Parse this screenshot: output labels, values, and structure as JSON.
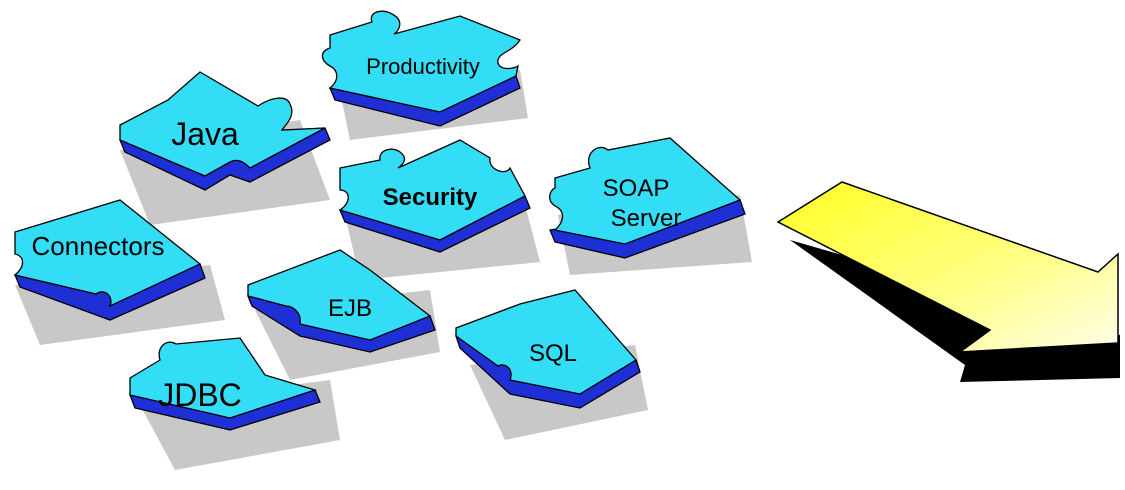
{
  "colors": {
    "piece_top": "#33ddf5",
    "piece_side": "#1f2fd6",
    "shadow": "#c7c7c7",
    "outline": "#000000",
    "arrow_light": "#fffde0",
    "arrow_yellow": "#ffff33",
    "arrow_shadow": "#000000"
  },
  "pieces": {
    "productivity": {
      "label": "Productivity"
    },
    "java": {
      "label": "Java"
    },
    "security": {
      "label": "Security"
    },
    "soap": {
      "line1": "SOAP",
      "line2": "Server"
    },
    "connectors": {
      "label": "Connectors"
    },
    "ejb": {
      "label": "EJB"
    },
    "jdbc": {
      "label": "JDBC"
    },
    "sql": {
      "label": "SQL"
    }
  },
  "arrow": {
    "icon": "right-down-arrow-icon"
  }
}
